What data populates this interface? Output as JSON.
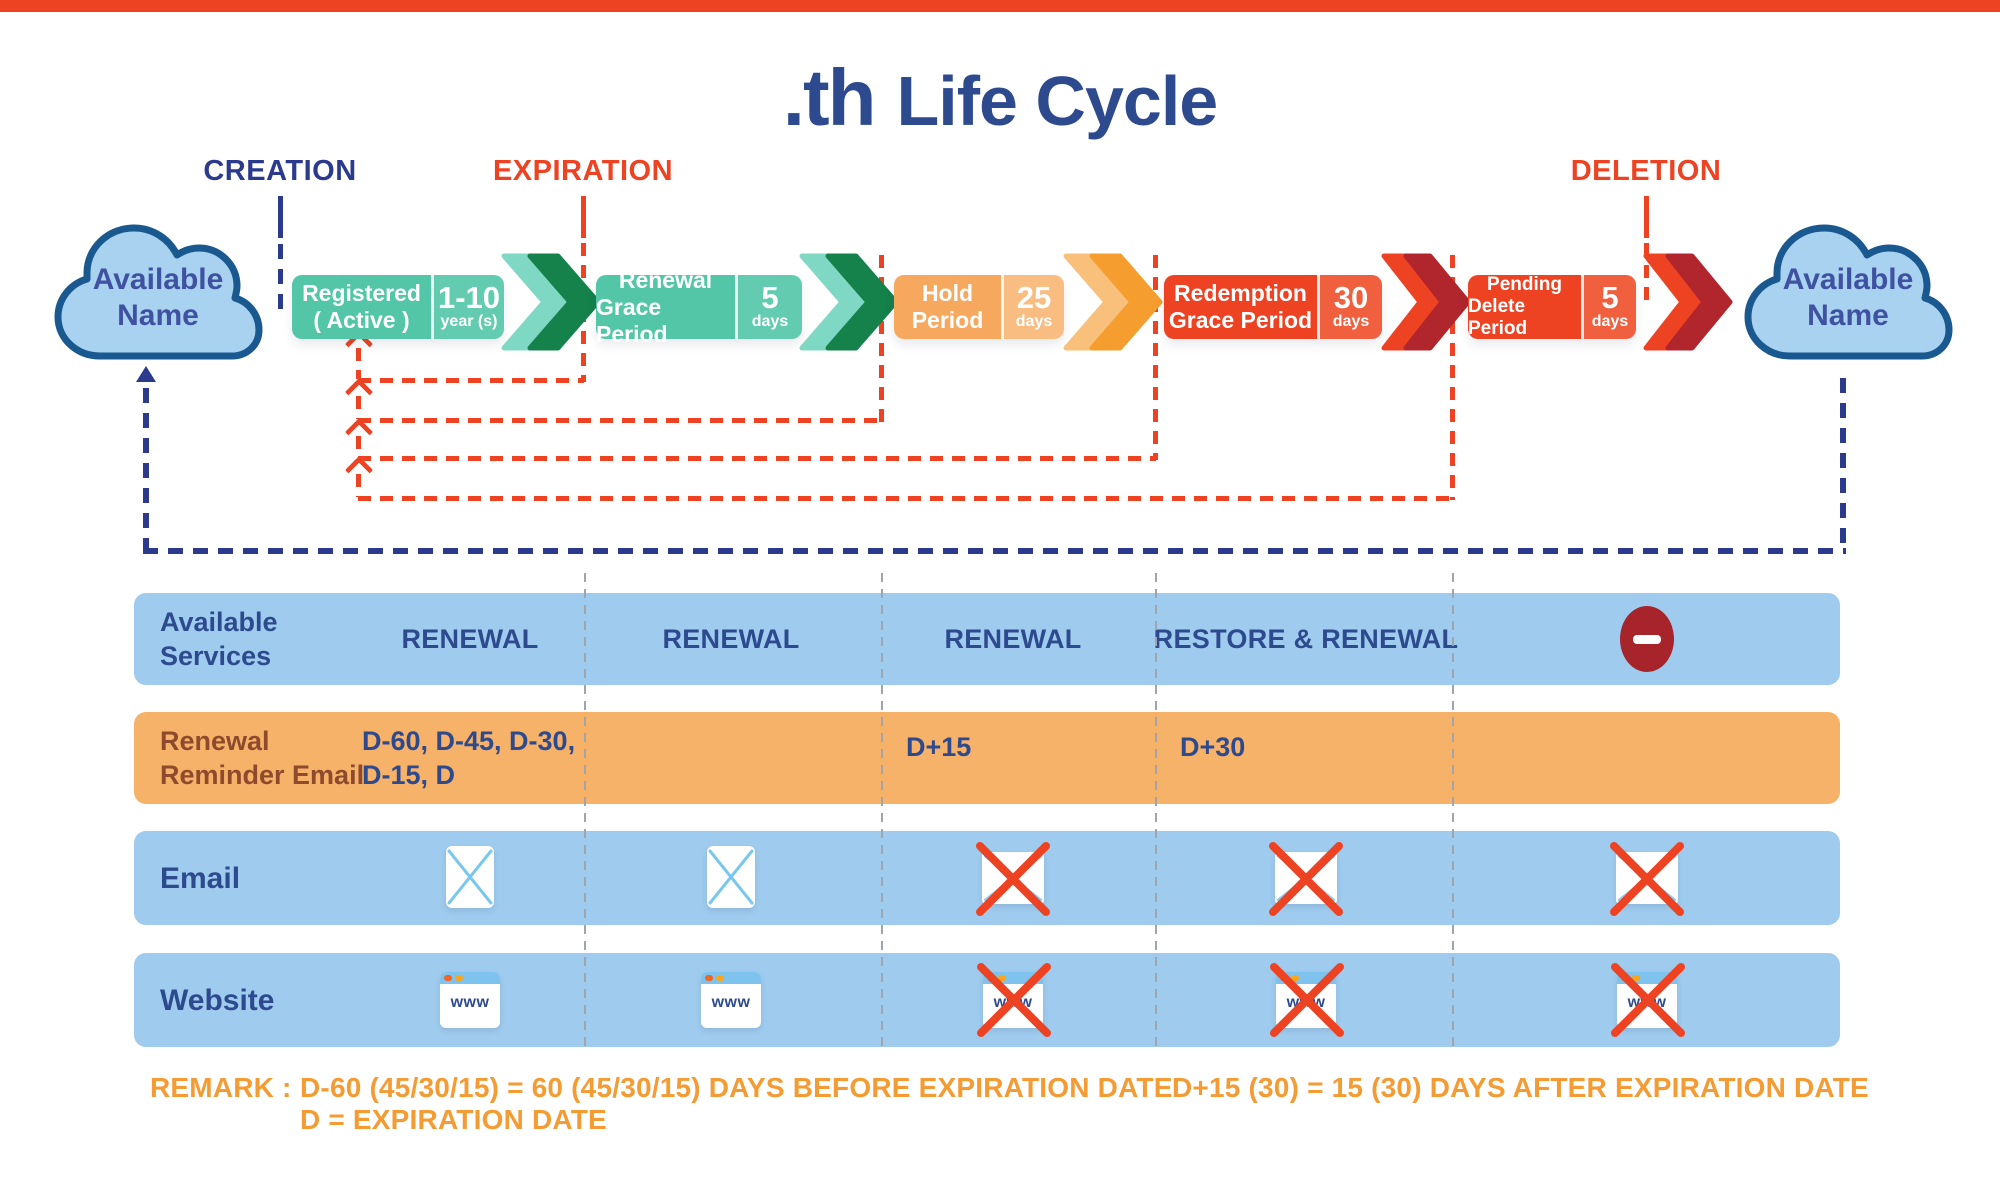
{
  "header": {
    "brand": ".th",
    "title": "Life Cycle"
  },
  "milestones": {
    "creation": "CREATION",
    "expiration": "EXPIRATION",
    "deletion": "DELETION"
  },
  "cloud_left": {
    "line1": "Available",
    "line2": "Name"
  },
  "cloud_right": {
    "line1": "Available",
    "line2": "Name"
  },
  "stages": [
    {
      "name": "Registered",
      "name2": "( Active )",
      "duration": "1-10",
      "unit": "year (s)"
    },
    {
      "name": "Renewal",
      "name2": "Grace Period",
      "duration": "5",
      "unit": "days"
    },
    {
      "name": "Hold",
      "name2": "Period",
      "duration": "25",
      "unit": "days"
    },
    {
      "name": "Redemption",
      "name2": "Grace Period",
      "duration": "30",
      "unit": "days"
    },
    {
      "name": "Pending",
      "name2": "Delete Period",
      "duration": "5",
      "unit": "days"
    }
  ],
  "table": {
    "row1_label1": "Available",
    "row1_label2": "Services",
    "services": {
      "c1": "RENEWAL",
      "c2": "RENEWAL",
      "c3": "RENEWAL",
      "c4": "RESTORE & RENEWAL"
    },
    "row2_label1": "Renewal",
    "row2_label2": "Reminder Email",
    "reminders": {
      "c1a": "D-60, D-45, D-30,",
      "c1b": "D-15, D",
      "c3": "D+15",
      "c4": "D+30"
    },
    "row3_label": "Email",
    "row4_label": "Website",
    "www": "www"
  },
  "remark": {
    "label": "REMARK :",
    "line1": "D-60 (45/30/15)  = 60 (45/30/15) DAYS BEFORE EXPIRATION DATE",
    "line2": "D = EXPIRATION DATE",
    "right": "D+15 (30) = 15 (30) DAYS AFTER EXPIRATION DATE"
  },
  "colors": {
    "navy": "#2e4a8f",
    "red": "#ee4323",
    "dark_red": "#a6242a",
    "teal": "#53c6a7",
    "green": "#15814b",
    "orange": "#f6a95e",
    "table_blue": "#9ecbee",
    "table_orange": "#f6b269",
    "remark_orange": "#f59b33",
    "brown": "#8e4a2c",
    "cloud_fill": "#a9d2f0",
    "cloud_stroke": "#19598f"
  }
}
